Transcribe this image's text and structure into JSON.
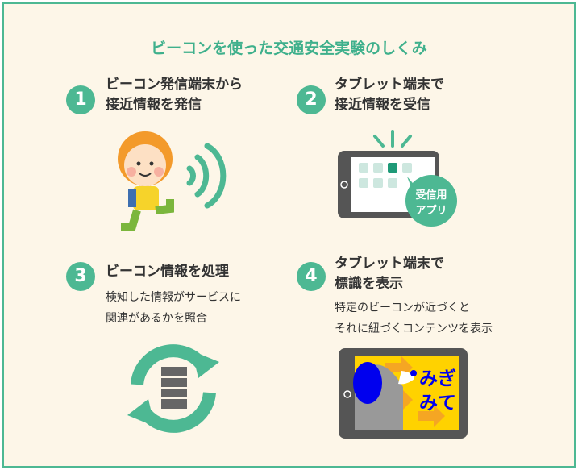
{
  "title": "ビーコンを使った交通安全実験のしくみ",
  "steps": [
    {
      "num": "1",
      "head1": "ビーコン発信端末から",
      "head2": "接近情報を発信"
    },
    {
      "num": "2",
      "head1": "タブレット端末で",
      "head2": "接近情報を受信",
      "bubble1": "受信用",
      "bubble2": "アプリ"
    },
    {
      "num": "3",
      "head1": "ビーコン情報を処理",
      "body1": "検知した情報がサービスに",
      "body2": "関連があるかを照合"
    },
    {
      "num": "4",
      "head1": "タブレット端末で",
      "head2": "標識を表示",
      "body1": "特定のビーコンが近づくと",
      "body2": "それに紐づくコンテンツを表示",
      "sign": "みぎみて"
    }
  ],
  "colors": {
    "accent": "#4db893",
    "background": "#fdf6e8"
  }
}
